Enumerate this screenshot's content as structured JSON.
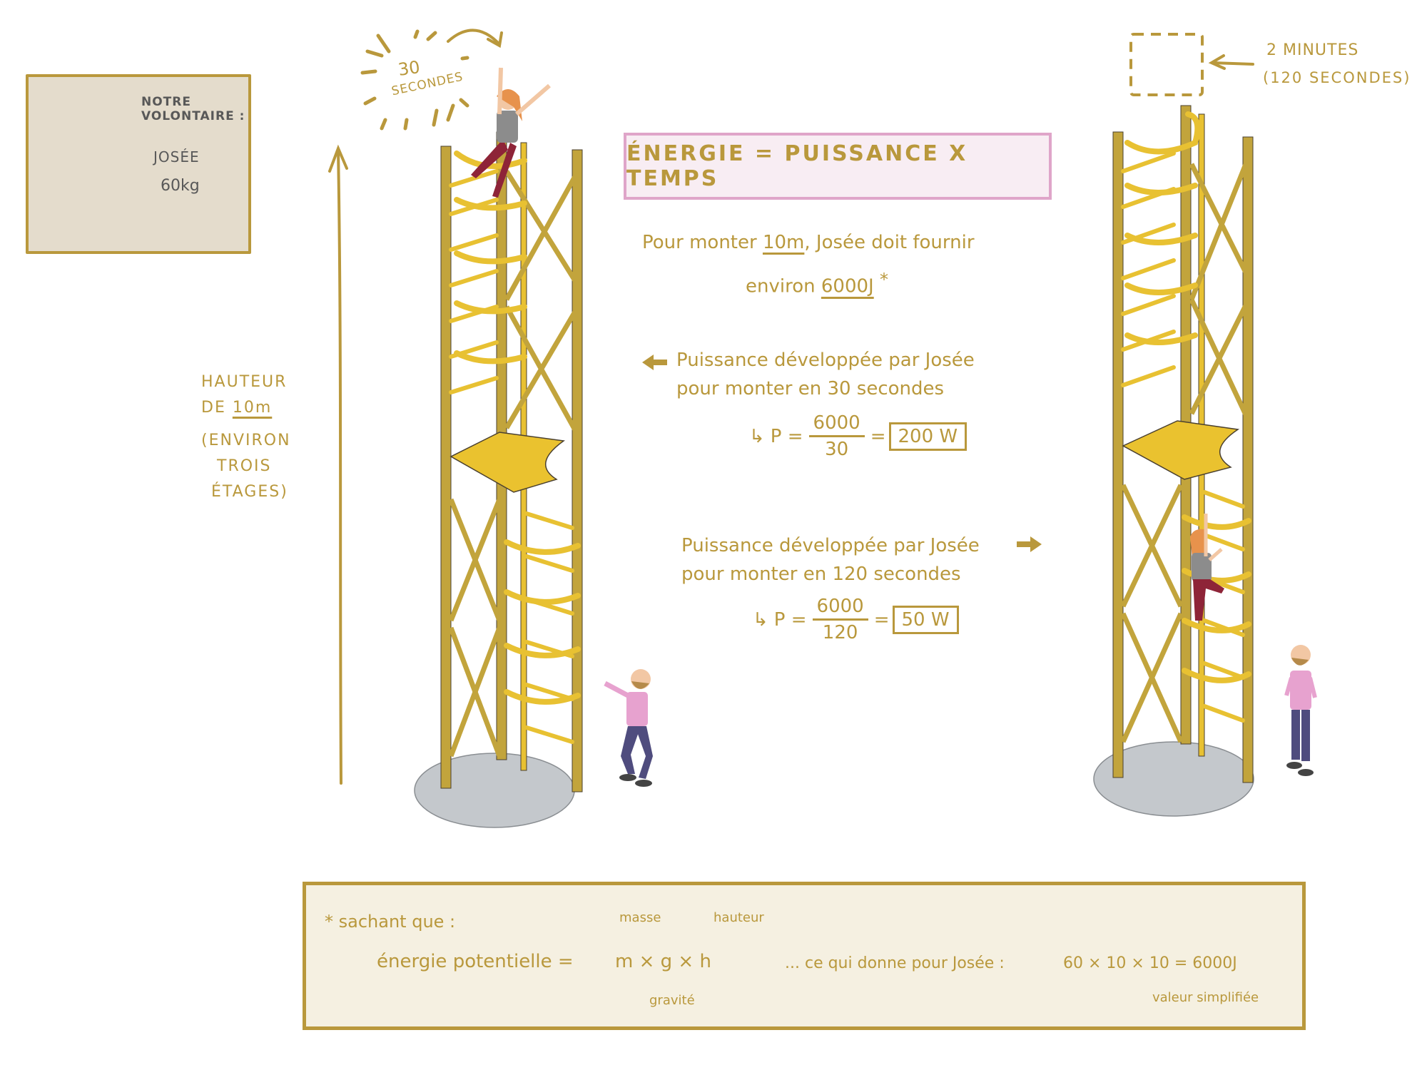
{
  "volunteer_card": {
    "title": "NOTRE VOLONTAIRE :",
    "name": "JOSÉE",
    "mass": "60kg"
  },
  "left_timer": {
    "value": "30",
    "unit": "SECONDES"
  },
  "right_timer": {
    "line1": "2 MINUTES",
    "line2": "(120 SECONDES)"
  },
  "height_label": {
    "line1": "HAUTEUR",
    "line2_prefix": "DE ",
    "line2_value": "10m",
    "line3": "(ENVIRON",
    "line4": "TROIS",
    "line5": "ÉTAGES)"
  },
  "formula_box": {
    "text": "ÉNERGIE = PUISSANCE X TEMPS"
  },
  "energy_statement": {
    "prefix": "Pour monter ",
    "height": "10m",
    "middle": ", Josée doit fournir",
    "line2_prefix": "environ ",
    "energy": "6000J",
    "asterisk": "*"
  },
  "power_fast": {
    "arrow": "left",
    "line1": "Puissance développée par Josée",
    "line2": "pour monter en 30 secondes",
    "lhs": "P =",
    "numerator": "6000",
    "denominator": "30",
    "equals": "=",
    "result": "200 W"
  },
  "power_slow": {
    "arrow": "right",
    "line1": "Puissance développée par Josée",
    "line2": "pour monter en 120 secondes",
    "lhs": "P =",
    "numerator": "6000",
    "denominator": "120",
    "equals": "=",
    "result": "50 W"
  },
  "footnote": {
    "intro": "* sachant que :",
    "formula_label": "énergie potentielle =",
    "formula": "m × g × h",
    "label_mass": "masse",
    "label_height": "hauteur",
    "label_gravity": "gravité",
    "result_prefix": "... ce qui donne pour Josée :",
    "result": "60 × 10 × 10 = 6000J",
    "note": "valeur simplifiée"
  },
  "colors": {
    "gold": "#B9983C",
    "pink_border": "#DFA5C9",
    "pink_fill": "#F8EDF3",
    "card_fill": "#E4DCCC",
    "footnote_fill": "#F5F0E1",
    "tower_yellow": "#E8C132",
    "tower_dark": "#C2A43C",
    "base_gray": "#C4C8CC",
    "shirt_pink": "#E7A2CF",
    "pants_purple": "#4F4C7E",
    "josee_pants": "#8E2438"
  }
}
